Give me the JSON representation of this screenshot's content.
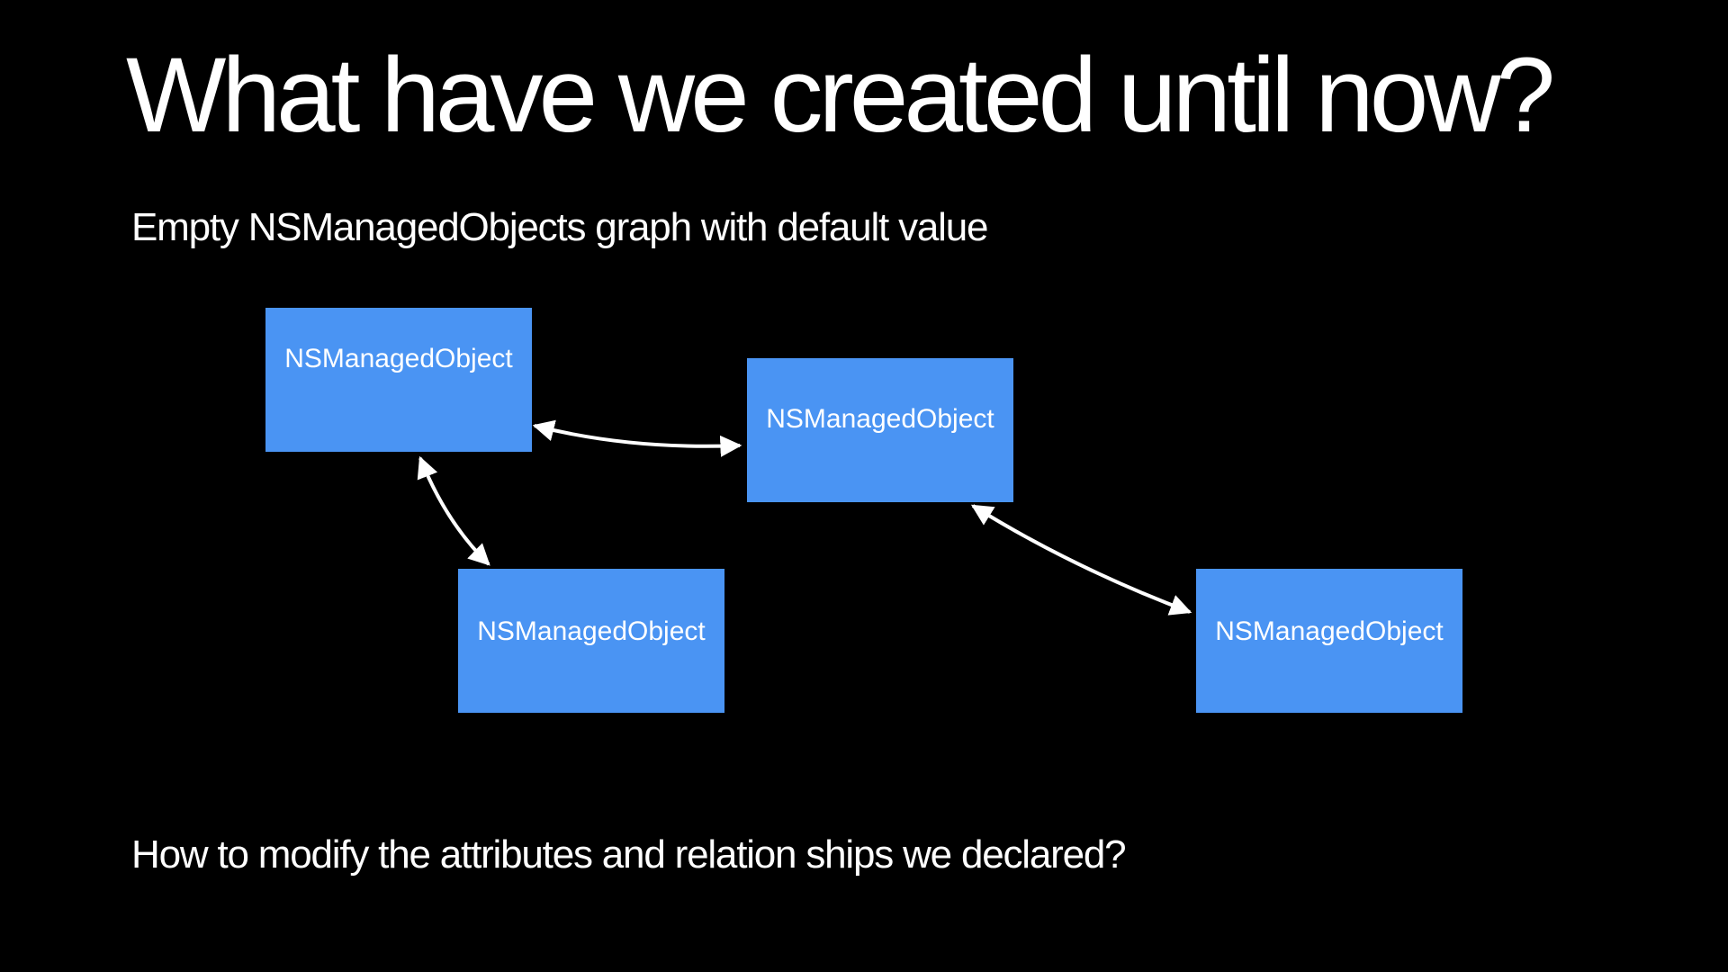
{
  "slide": {
    "title": "What have we created until now?",
    "subtitle": "Empty NSManagedObjects graph with default value",
    "question": "How to modify the attributes and relation ships we declared?"
  },
  "diagram": {
    "nodes": [
      {
        "id": "a",
        "label": "NSManagedObject"
      },
      {
        "id": "b",
        "label": "NSManagedObject"
      },
      {
        "id": "c",
        "label": "NSManagedObject"
      },
      {
        "id": "d",
        "label": "NSManagedObject"
      }
    ],
    "edges": [
      {
        "from": "a",
        "to": "b",
        "direction": "both"
      },
      {
        "from": "a",
        "to": "c",
        "direction": "both"
      },
      {
        "from": "b",
        "to": "d",
        "direction": "both"
      }
    ],
    "colors": {
      "background": "#000000",
      "node_fill": "#4a94f3",
      "text": "#ffffff",
      "arrow": "#ffffff"
    }
  }
}
